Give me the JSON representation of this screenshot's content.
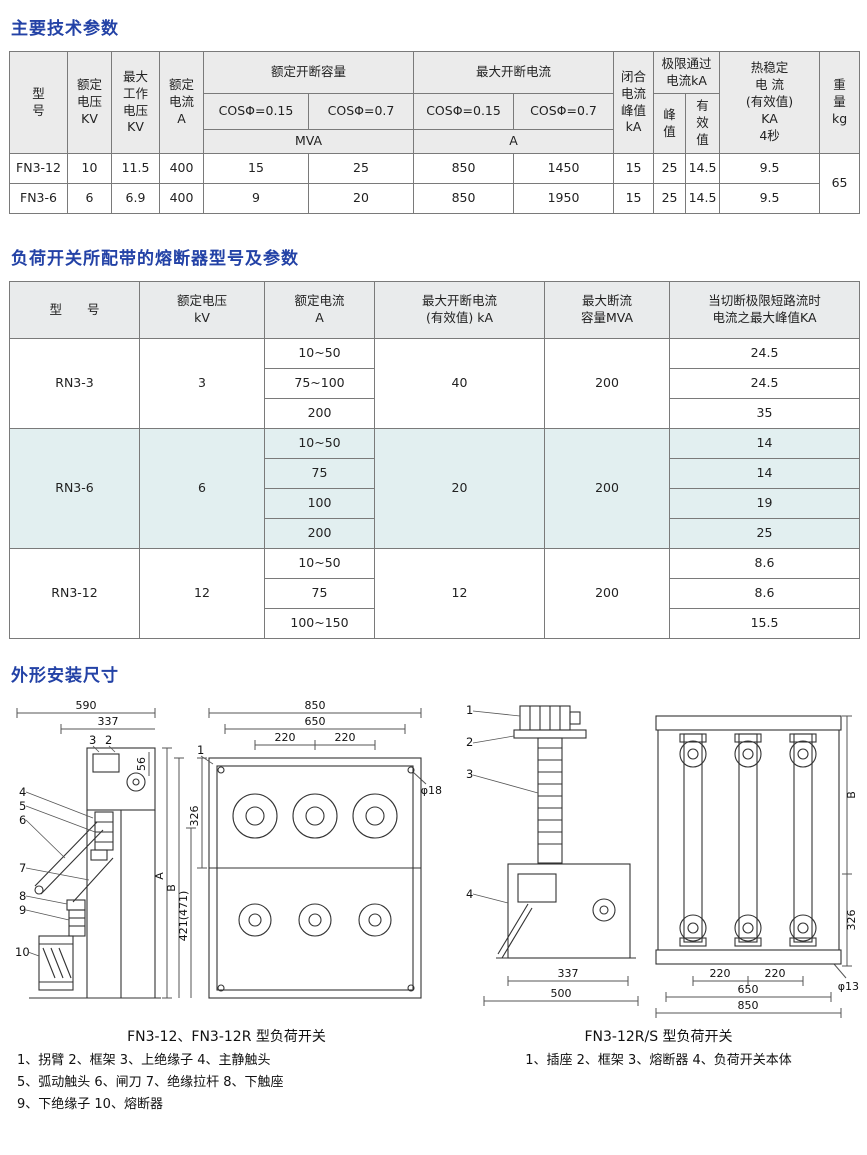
{
  "sections": {
    "s1_title": "主要技术参数",
    "s2_title": "负荷开关所配带的熔断器型号及参数",
    "s3_title": "外形安装尺寸"
  },
  "table1": {
    "h": {
      "model": "型\n号",
      "rated_voltage": "额定\n电压\nKV",
      "max_working_voltage": "最大\n工作\n电压\nKV",
      "rated_current": "额定\n电流\nA",
      "rated_breaking_capacity": "额定开断容量",
      "max_breaking_current": "最大开断电流",
      "cos015_a": "COSΦ=0.15",
      "cos07_a": "COSΦ=0.7",
      "cos015_b": "COSΦ=0.15",
      "cos07_b": "COSΦ=0.7",
      "mva": "MVA",
      "amp": "A",
      "closing_peak": "闭合\n电流\n峰值\nkA",
      "limit_through": "极限通过\n电流kA",
      "peak": "峰\n值",
      "effective": "有\n效\n值",
      "thermal": "热稳定\n电 流\n(有效值)\nKA\n4秒",
      "weight": "重\n量\nkg"
    },
    "rows": [
      [
        "FN3-12",
        "10",
        "11.5",
        "400",
        "15",
        "25",
        "850",
        "1450",
        "15",
        "25",
        "14.5",
        "9.5"
      ],
      [
        "FN3-6",
        "6",
        "6.9",
        "400",
        "9",
        "20",
        "850",
        "1950",
        "15",
        "25",
        "14.5",
        "9.5"
      ]
    ],
    "weight_value": "65"
  },
  "table2": {
    "headers": [
      "型　　号",
      "额定电压\nkV",
      "额定电流\nA",
      "最大开断电流\n(有效值) kA",
      "最大断流\n容量MVA",
      "当切断极限短路流时\n电流之最大峰值KA"
    ],
    "groups": [
      {
        "model": "RN3-3",
        "voltage": "3",
        "breaking": "40",
        "capacity": "200",
        "rows": [
          [
            "10~50",
            "24.5"
          ],
          [
            "75~100",
            "24.5"
          ],
          [
            "200",
            "35"
          ]
        ]
      },
      {
        "model": "RN3-6",
        "voltage": "6",
        "breaking": "20",
        "capacity": "200",
        "rows": [
          [
            "10~50",
            "14"
          ],
          [
            "75",
            "14"
          ],
          [
            "100",
            "19"
          ],
          [
            "200",
            "25"
          ]
        ]
      },
      {
        "model": "RN3-12",
        "voltage": "12",
        "breaking": "12",
        "capacity": "200",
        "rows": [
          [
            "10~50",
            "8.6"
          ],
          [
            "75",
            "8.6"
          ],
          [
            "100~150",
            "15.5"
          ]
        ]
      }
    ]
  },
  "drawing_left": {
    "caption": "FN3-12、FN3-12R  型负荷开关",
    "notes": [
      "1、拐臂  2、框架  3、上绝缘子  4、主静触头",
      "5、弧动触头 6、闸刀 7、绝缘拉杆 8、下触座",
      "9、下绝缘子  10、熔断器"
    ],
    "dims": {
      "w590": "590",
      "w337": "337",
      "w850": "850",
      "w650": "650",
      "w220a": "220",
      "w220b": "220",
      "h56": "56",
      "h326": "326",
      "hA": "A",
      "hB": "B",
      "h421": "421(471)",
      "phi": "φ18"
    },
    "callouts": [
      "1",
      "2",
      "3",
      "4",
      "5",
      "6",
      "7",
      "8",
      "9",
      "10"
    ]
  },
  "drawing_right": {
    "caption": "FN3-12R/S 型负荷开关",
    "notes": [
      "1、插座  2、框架  3、熔断器  4、负荷开关本体"
    ],
    "dims": {
      "w337": "337",
      "w500": "500",
      "w850": "850",
      "w650": "650",
      "w220a": "220",
      "w220b": "220",
      "h326": "326",
      "hB": "B",
      "phi": "φ13"
    },
    "callouts": [
      "1",
      "2",
      "3",
      "4"
    ]
  }
}
